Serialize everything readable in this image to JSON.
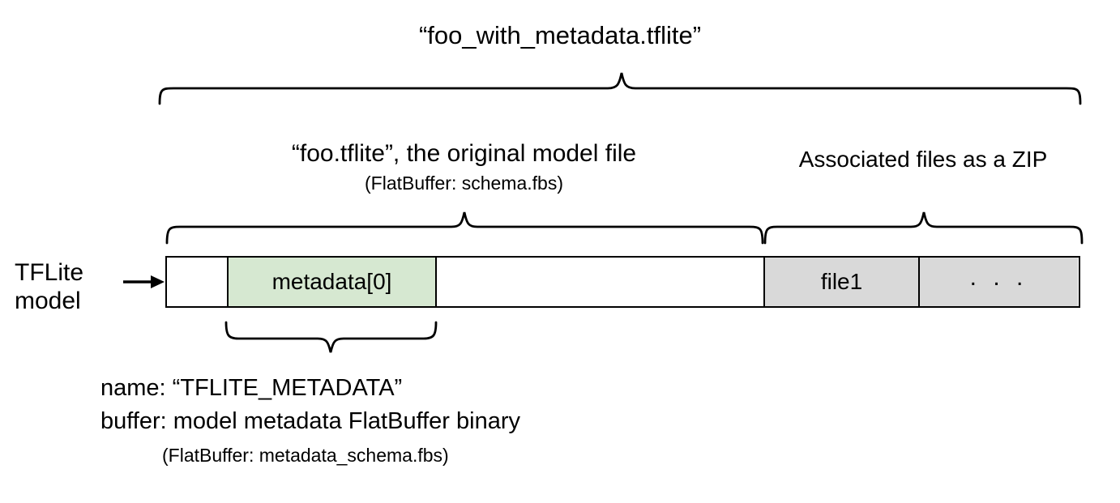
{
  "diagram": {
    "title": "“foo_with_metadata.tflite”",
    "source_label_line1": "TFLite",
    "source_label_line2": "model",
    "sections": {
      "model_file": {
        "label": "“foo.tflite”, the original model file",
        "sublabel": "(FlatBuffer: schema.fbs)"
      },
      "associated_files": {
        "label": "Associated files as a ZIP"
      }
    },
    "bar_cells": [
      {
        "name": "empty-leading",
        "label": "",
        "fill": "#ffffff"
      },
      {
        "name": "metadata",
        "label": "metadata[0]",
        "fill": "#d6e8d1"
      },
      {
        "name": "empty-trailing",
        "label": "",
        "fill": "#ffffff"
      },
      {
        "name": "file1",
        "label": "file1",
        "fill": "#d9d9d9"
      },
      {
        "name": "more-files",
        "label": ". . .",
        "fill": "#d9d9d9"
      }
    ],
    "metadata_detail": {
      "name_line": "name: “TFLITE_METADATA”",
      "buffer_line": "buffer: model metadata FlatBuffer binary",
      "schema_line": "(FlatBuffer: metadata_schema.fbs)"
    },
    "colors": {
      "metadata_fill": "#d6e8d1",
      "zip_fill": "#d9d9d9",
      "stroke": "#000000",
      "background": "#ffffff"
    },
    "arrow": {
      "name": "model-input-arrow",
      "direction": "right"
    },
    "braces": [
      {
        "name": "brace-whole-file",
        "spans": "entire bar",
        "orientation": "top"
      },
      {
        "name": "brace-model-file",
        "spans": "model file region",
        "orientation": "top"
      },
      {
        "name": "brace-zip",
        "spans": "associated files region",
        "orientation": "top"
      },
      {
        "name": "brace-metadata",
        "spans": "metadata[0] cell",
        "orientation": "bottom"
      }
    ]
  }
}
